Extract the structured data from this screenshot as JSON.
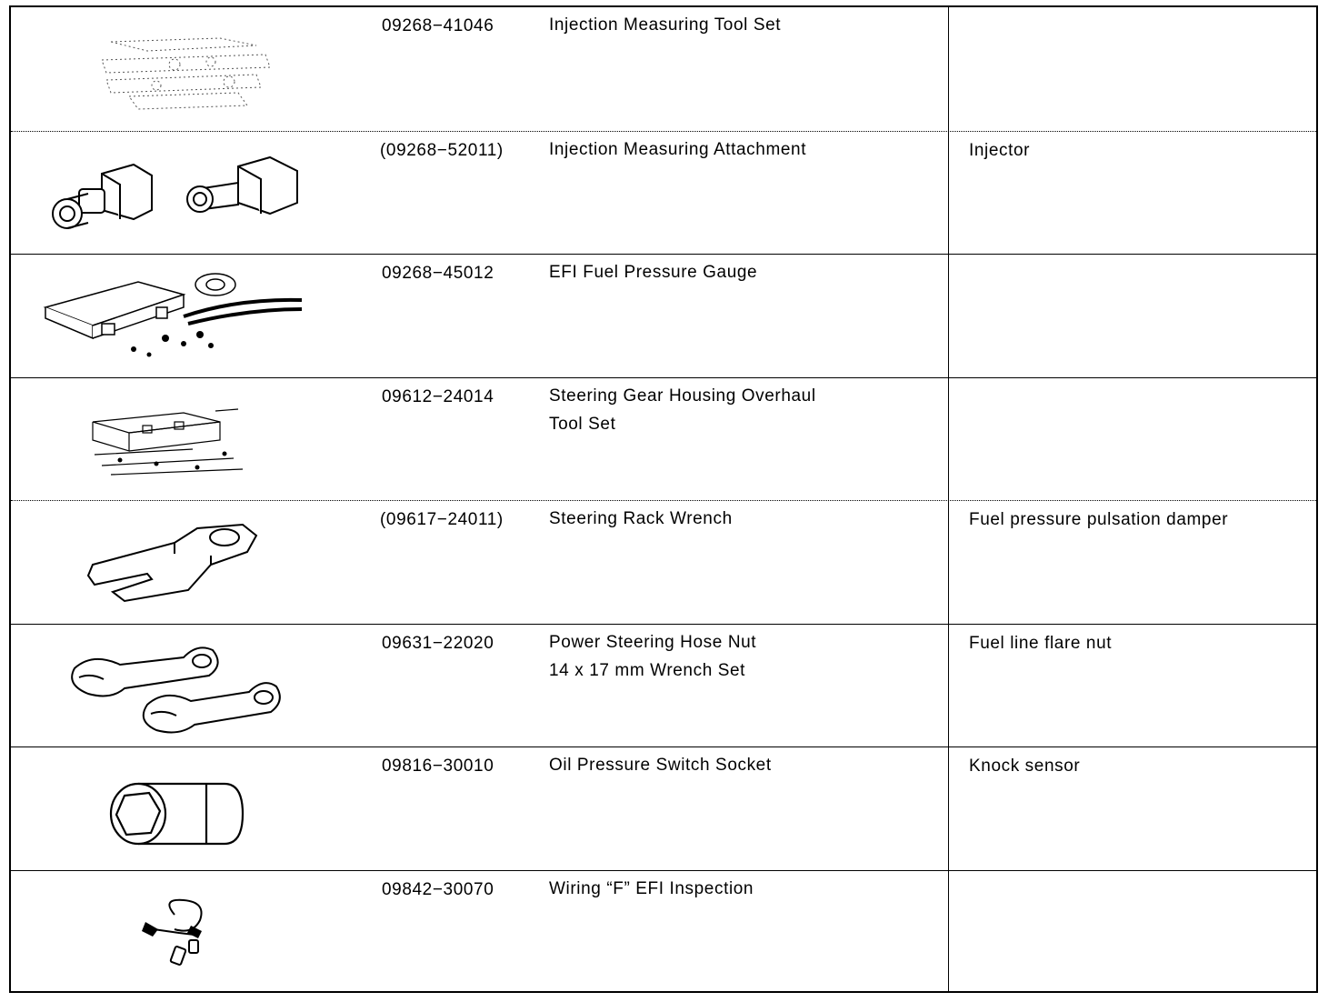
{
  "rows": [
    {
      "part_no": "09268−41046",
      "description": "Injection Measuring Tool Set",
      "note": "",
      "icon": "injection-tool-set-icon"
    },
    {
      "part_no": "(09268−52011)",
      "description": "Injection Measuring Attachment",
      "note": "Injector",
      "icon": "injection-attachment-icon"
    },
    {
      "part_no": "09268−45012",
      "description": "EFI Fuel Pressure Gauge",
      "note": "",
      "icon": "fuel-pressure-gauge-icon"
    },
    {
      "part_no": "09612−24014",
      "description": "Steering Gear Housing Overhaul\nTool Set",
      "note": "",
      "icon": "steering-tool-set-icon"
    },
    {
      "part_no": "(09617−24011)",
      "description": "Steering Rack Wrench",
      "note": "Fuel pressure pulsation damper",
      "icon": "rack-wrench-icon"
    },
    {
      "part_no": "09631−22020",
      "description": "Power Steering Hose Nut\n14 x 17 mm Wrench Set",
      "note": "Fuel line flare nut",
      "icon": "hose-nut-wrench-icon"
    },
    {
      "part_no": "09816−30010",
      "description": "Oil Pressure Switch Socket",
      "note": "Knock sensor",
      "icon": "socket-icon"
    },
    {
      "part_no": "09842−30070",
      "description": "Wiring “F” EFI Inspection",
      "note": "",
      "icon": "wiring-harness-icon"
    }
  ]
}
